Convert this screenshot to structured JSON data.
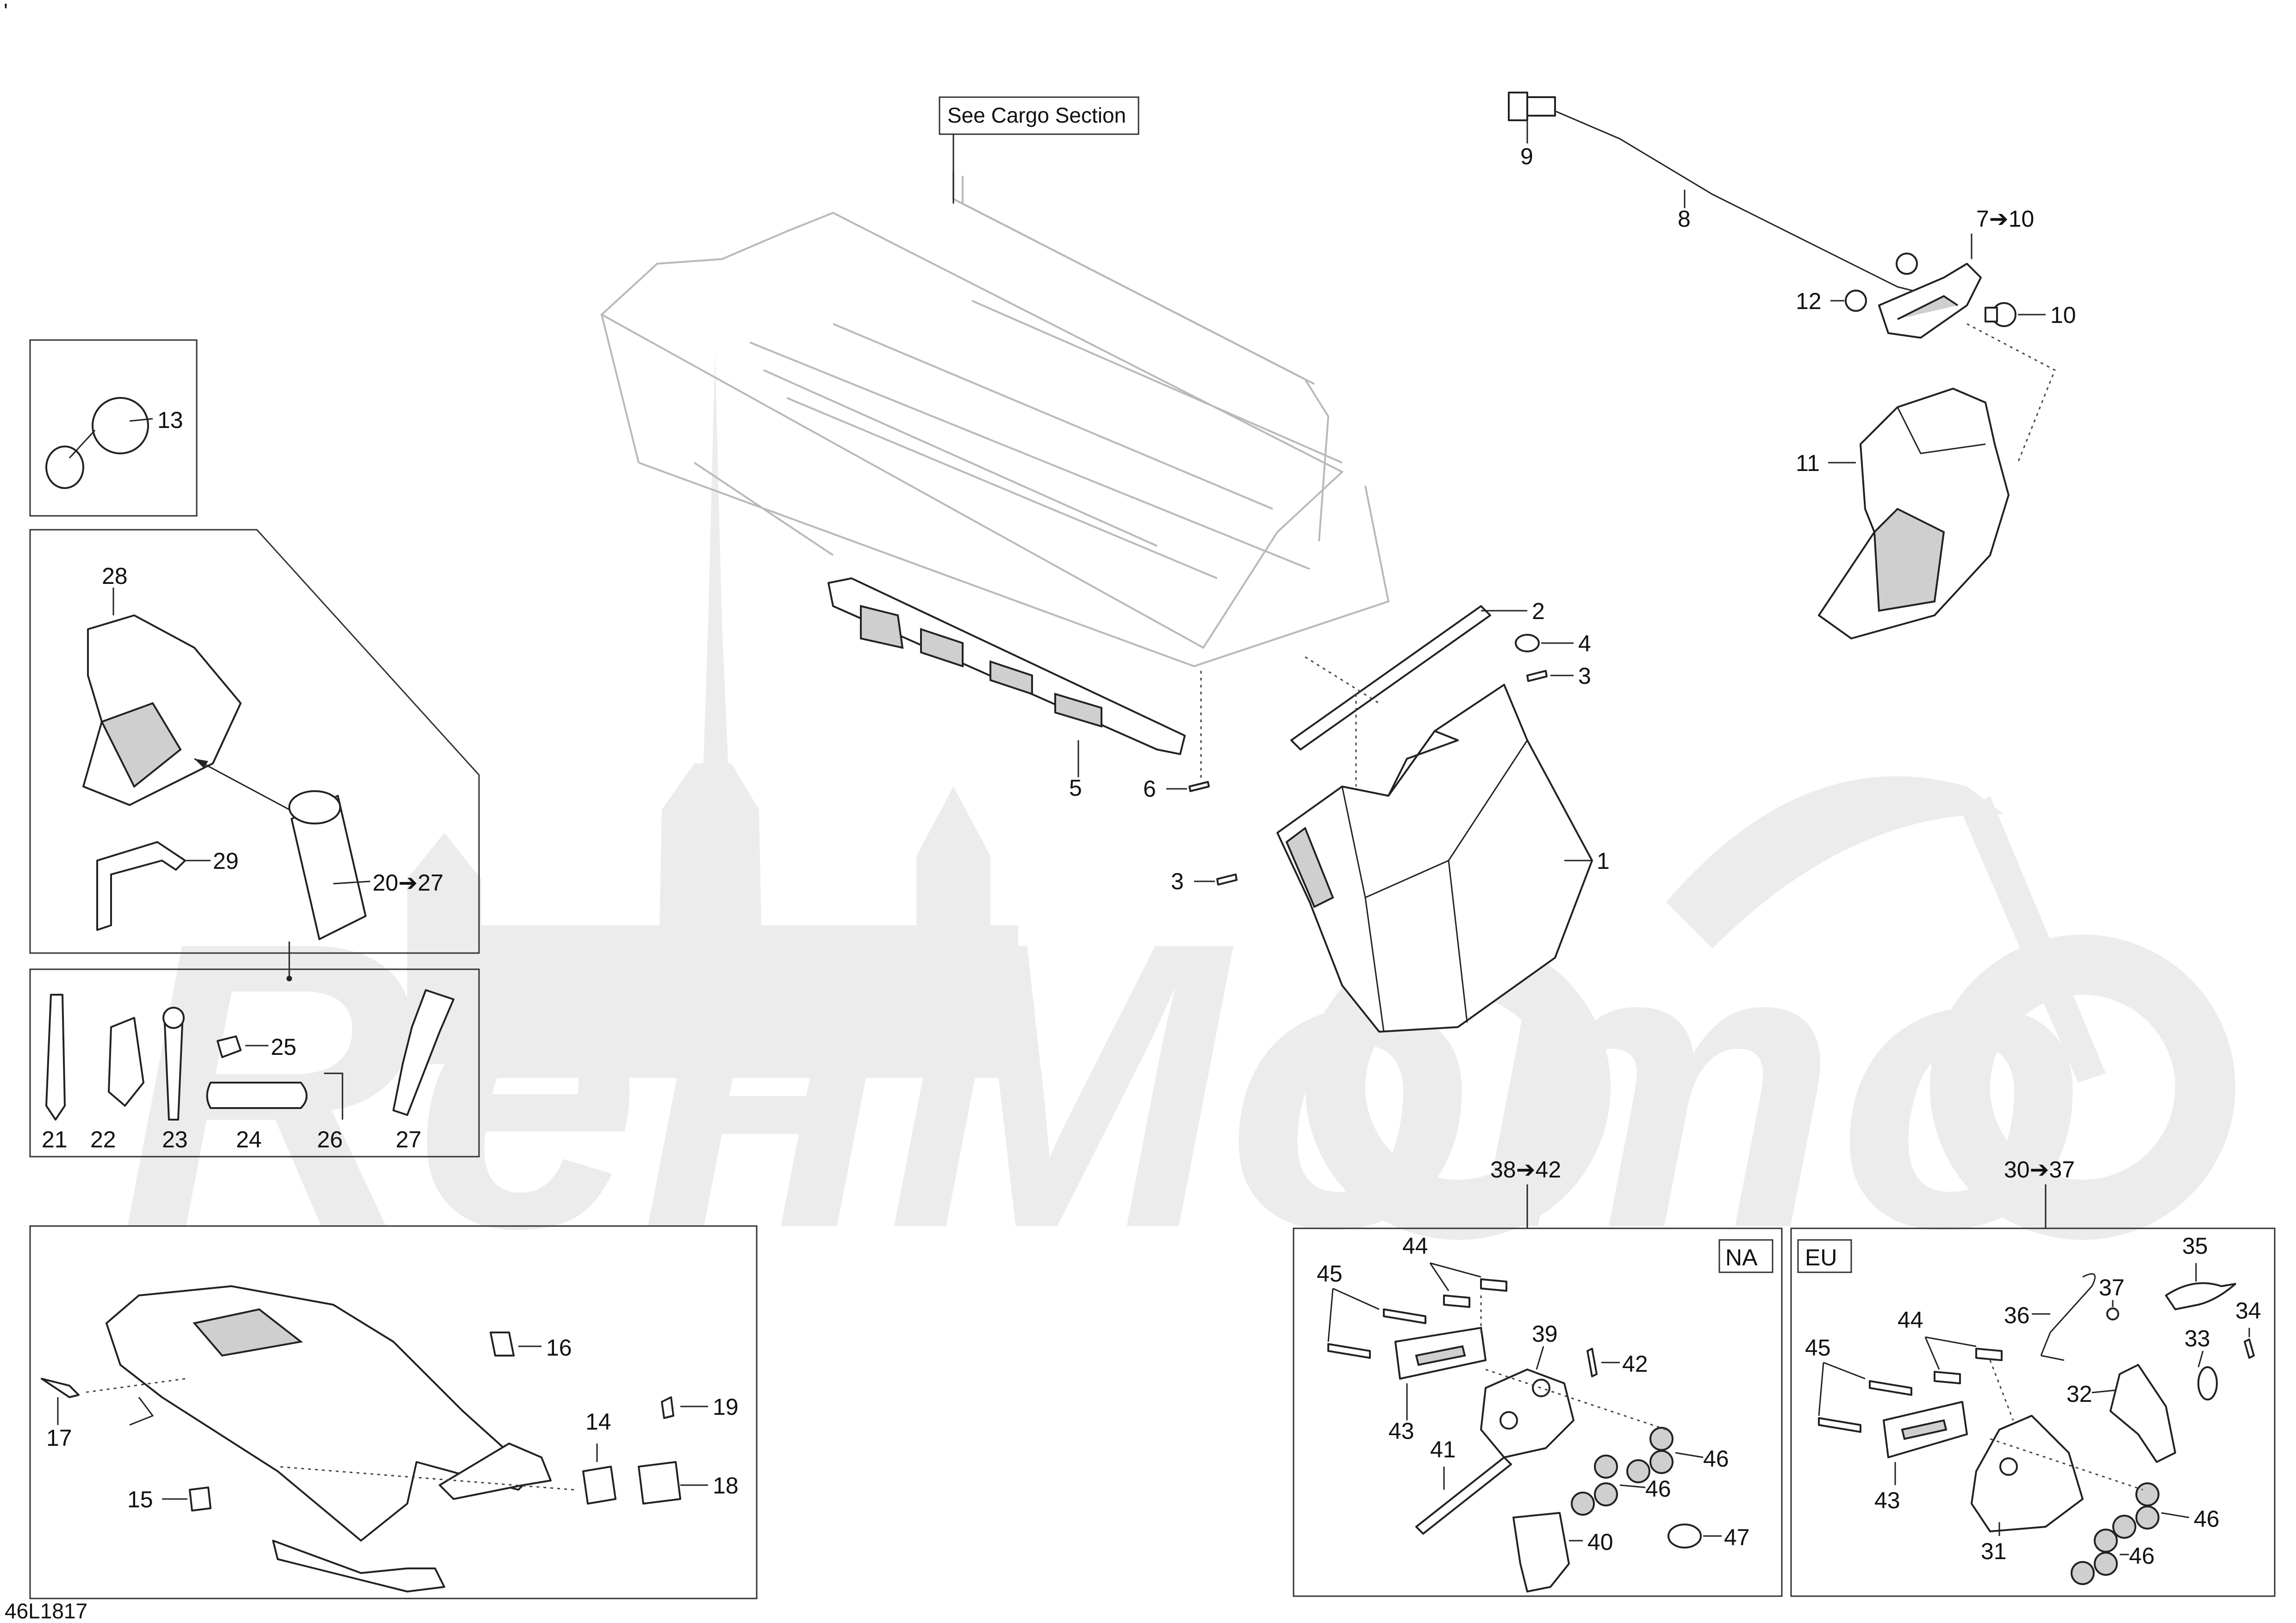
{
  "header": {
    "corner_mark": "'",
    "figure_code": "46L1817"
  },
  "watermark": {
    "text": "ReнMomo"
  },
  "callouts": {
    "see_cargo": "See Cargo Section",
    "c1": "1",
    "c2": "2",
    "c3a": "3",
    "c3b": "3",
    "c4": "4",
    "c5": "5",
    "c6": "6",
    "c7_10": "7➔10",
    "c8": "8",
    "c9": "9",
    "c10": "10",
    "c11": "11",
    "c12": "12",
    "c13": "13",
    "c14": "14",
    "c15": "15",
    "c16": "16",
    "c17": "17",
    "c18": "18",
    "c19": "19",
    "c20_27": "20➔27",
    "c21": "21",
    "c22": "22",
    "c23": "23",
    "c24": "24",
    "c25": "25",
    "c26": "26",
    "c27": "27",
    "c28": "28",
    "c29": "29",
    "c30_37": "30➔37",
    "c31": "31",
    "c32": "32",
    "c33": "33",
    "c34": "34",
    "c35": "35",
    "c36": "36",
    "c37": "37",
    "c38_42": "38➔42",
    "c39": "39",
    "c40": "40",
    "c41": "41",
    "c42": "42",
    "c43a": "43",
    "c43b": "43",
    "c44a": "44",
    "c44b": "44",
    "c45a": "45",
    "c45b": "45",
    "c46a": "46",
    "c46b": "46",
    "c46c": "46",
    "c46d": "46",
    "c47": "47"
  },
  "regions": {
    "na": "NA",
    "eu": "EU"
  }
}
